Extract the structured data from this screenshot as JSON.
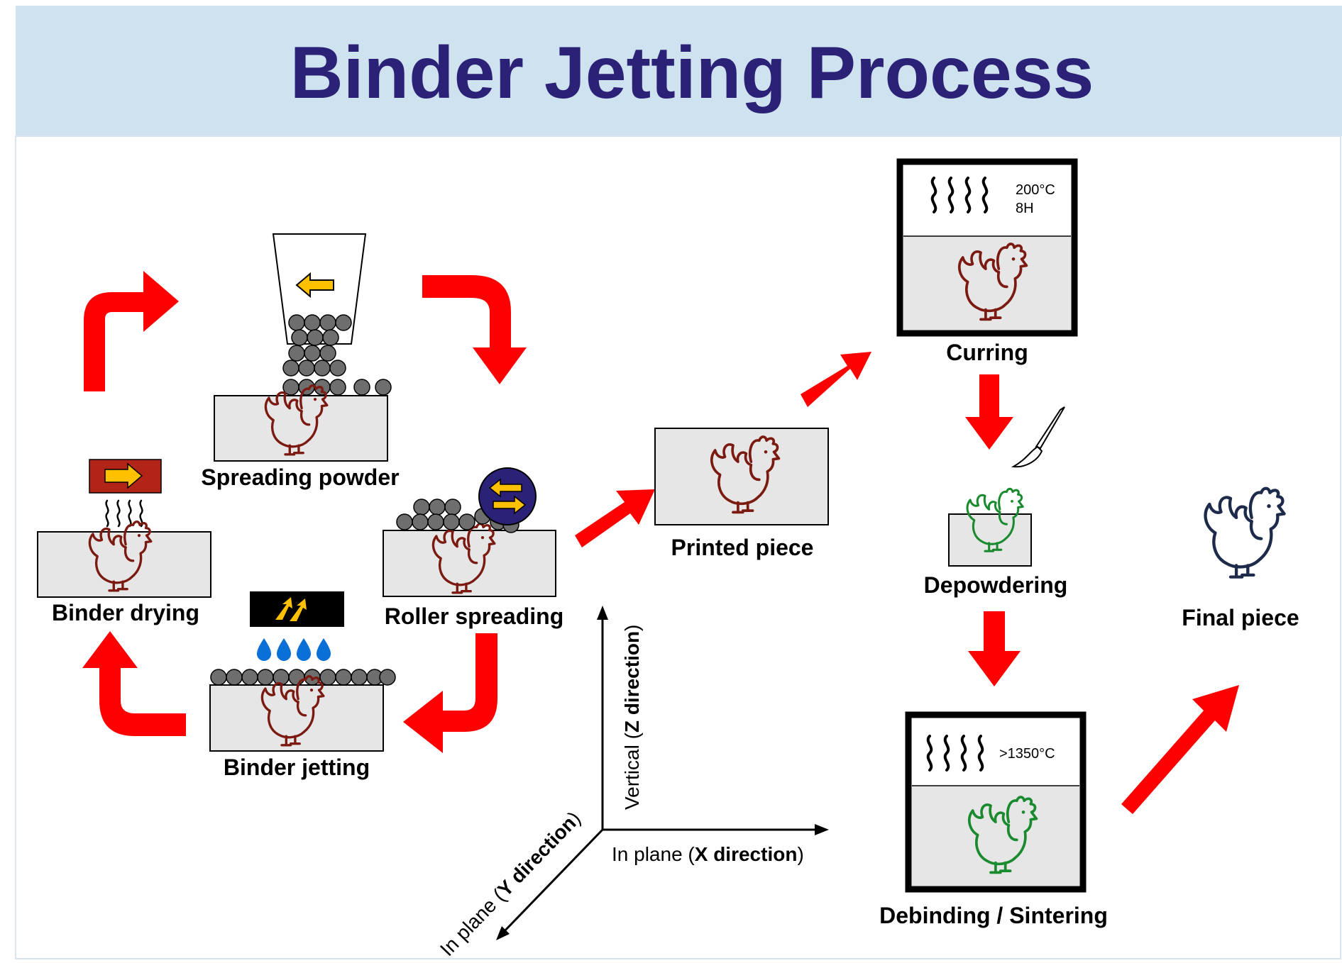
{
  "title": "Binder Jetting Process",
  "steps": {
    "spreading_powder": "Spreading powder",
    "roller_spreading": "Roller spreading",
    "binder_jetting": "Binder jetting",
    "binder_drying": "Binder drying",
    "printed_piece": "Printed piece",
    "curing": "Curring",
    "depowdering": "Depowdering",
    "debinding_sintering": "Debinding / Sintering",
    "final_piece": "Final piece"
  },
  "oven_curing": {
    "temperature": "200°C",
    "duration": "8H"
  },
  "oven_sintering": {
    "temperature": ">1350°C"
  },
  "axes": {
    "z": {
      "prefix": "Vertical (",
      "bold": "Z direction",
      "suffix": ")"
    },
    "x": {
      "prefix": "In plane (",
      "bold": "X direction",
      "suffix": ")"
    },
    "y": {
      "prefix": "In plane (",
      "bold": "Y direction",
      "suffix": ")"
    }
  },
  "colors": {
    "title_text": "#2b2277",
    "header_bg": "#cfe2ef",
    "arrow": "#ff0000",
    "part_box": "#e6e6e6",
    "green_part": "#1a8a2e",
    "brown_part": "#7a1a10",
    "navy_part": "#1e2a4a",
    "powder": "#6e6e6e",
    "binder_drop": "#0a6fd6"
  },
  "icons": [
    "rooster-icon",
    "paintbrush-icon",
    "heat-waves-icon",
    "droplet-icon",
    "roller-icon",
    "hopper-icon"
  ]
}
